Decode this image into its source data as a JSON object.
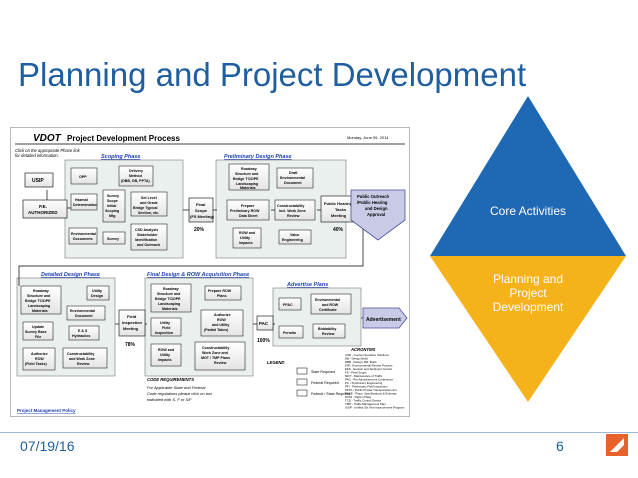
{
  "slide": {
    "title": "Planning and Project Development",
    "date": "07/19/16",
    "page_number": "6"
  },
  "triangles": {
    "top_label": "Core Activities",
    "bottom_label": "Planning and Project Development",
    "top_color": "#1f69b4",
    "bottom_color": "#f5b21b"
  },
  "process_map": {
    "brand": "VDOT",
    "title": "Project Development Process",
    "date": "Monday, June 09, 2014",
    "instructions": [
      "Click on the appropriate Phase link",
      "for detailed information."
    ],
    "phases": {
      "scoping": "Scoping Phase",
      "preliminary": "Preliminary Design Phase",
      "detailed": "Detailed Design Phase",
      "final_row": "Final Design & ROW Acquisition Phase",
      "advertise": "Advertise Plans"
    },
    "boxes": {
      "usip": "USIP",
      "pe_authorized": [
        "P.E.",
        "AUTHORIZED"
      ],
      "opp": "OPP",
      "hazmat": [
        "Hazmat",
        "Determination"
      ],
      "env_docs": [
        "Environmental",
        "Documents"
      ],
      "delivery": [
        "Delivery",
        "Method",
        "(DBB, DB, PPTA)"
      ],
      "survey_scope": [
        "Survey",
        "Scope",
        "Initial",
        "Scoping",
        "Mtg"
      ],
      "survey": "Survey",
      "set_level": [
        "Set Level",
        "and Grade",
        "Bridge Typical",
        "Section, etc."
      ],
      "csd": [
        "CSD Analysis",
        "Stakeholder",
        "Identification",
        "and Outreach"
      ],
      "final_scope": [
        "Final",
        "Scope",
        "(FS Meeting)"
      ],
      "roadway_prelim": [
        "Roadway",
        "Structure and",
        "Bridge TC/DPE",
        "Landscaping",
        "Materials"
      ],
      "prepare_row_data": [
        "Prepare",
        "Preliminary ROW",
        "Data Sheet"
      ],
      "row_utility": [
        "ROW and",
        "Utility",
        "Impacts"
      ],
      "draft_env": [
        "Draft",
        "Environmental",
        "Document"
      ],
      "constructability_prelim": [
        "Constructability",
        "Incl. Work Zone",
        "Review"
      ],
      "value_eng": [
        "Value",
        "Engineering"
      ],
      "public_hearing_mtg": [
        "Public Hearing",
        "Tasks",
        "Meeting"
      ],
      "public_outreach": [
        "Public Outreach",
        "/Public Hearing",
        "and Design",
        "Approval"
      ],
      "roadway_detail": [
        "Roadway",
        "Structure and",
        "Bridge TC/DPE",
        "Landscaping",
        "Materials"
      ],
      "utility_design": [
        "Utility",
        "Design"
      ],
      "update_survey": [
        "Update",
        "Survey Base",
        "File"
      ],
      "env_doc_detail": [
        "Environmental",
        "Document"
      ],
      "e_and_s": [
        "E & S",
        "Hydraulics"
      ],
      "authorize_row": [
        "Authorize",
        "ROW",
        "(Field Tasks)"
      ],
      "constructability_detail": [
        "Constructability",
        "and Work Zone",
        "Review"
      ],
      "field_inspection": [
        "Field",
        "Inspection",
        "Meeting"
      ],
      "roadway_final": [
        "Roadway",
        "Structure and",
        "Bridge TC/DPE",
        "Landscaping",
        "Materials"
      ],
      "prepare_row_plans": [
        "Prepare ROW",
        "Plans"
      ],
      "utility_field": [
        "Utility",
        "Field",
        "Inspection"
      ],
      "authorize_row_util": [
        "Authorize",
        "ROW",
        "and Utility",
        "(Partial Takes)"
      ],
      "row_utility_impacts": [
        "ROW and",
        "Utility",
        "Impacts"
      ],
      "constructability_final": [
        "Constructability",
        "Work Zone and",
        "MOT / TMP Plans",
        "Review"
      ],
      "pac": "PAC",
      "pfi": "PFAC",
      "env_row_cert": [
        "Environmental",
        "and ROW",
        "Certificate"
      ],
      "permits": "Permits",
      "biddability": [
        "Biddability",
        "Review"
      ],
      "advertisement": "Advertisement"
    },
    "percents": {
      "p1": "20%",
      "p2": "40%",
      "p3": "78%",
      "p4": "100%"
    },
    "code_requirements": {
      "heading": "CODE REQUIREMENTS",
      "lines": [
        "For Applicable State and Federal",
        "Code regulations please click on box",
        "indicated with S, F or S/F"
      ]
    },
    "legend": {
      "heading": "LEGEND",
      "items": [
        "State Required",
        "Federal Required",
        "Federal / State Required"
      ]
    },
    "acronyms": {
      "heading": "ACRONYMS",
      "items": [
        "CSD - Context Sensitive Solutions",
        "DB - Design Build",
        "DBB - Design, Bid, Build",
        "EIR - Environmental Review Process",
        "E&S - Erosion and Sediment Control",
        "FS - Final Scope",
        "MOT - Maintenance of Traffic",
        "PAC - Pre-Advertisement Conference",
        "PC - Preliminary Engineering",
        "PFI - Preliminary Field Inspection",
        "PPTA - Public Private Transportation Act",
        "PS&E - Plans, Specifications & Estimate",
        "ROW - Right of Way",
        "TCD - Traffic Control Device",
        "TMP - Traffic Management Plan",
        "USIP - Unified Six Year Improvement Program"
      ]
    },
    "footer_link": "Project Management Policy"
  }
}
